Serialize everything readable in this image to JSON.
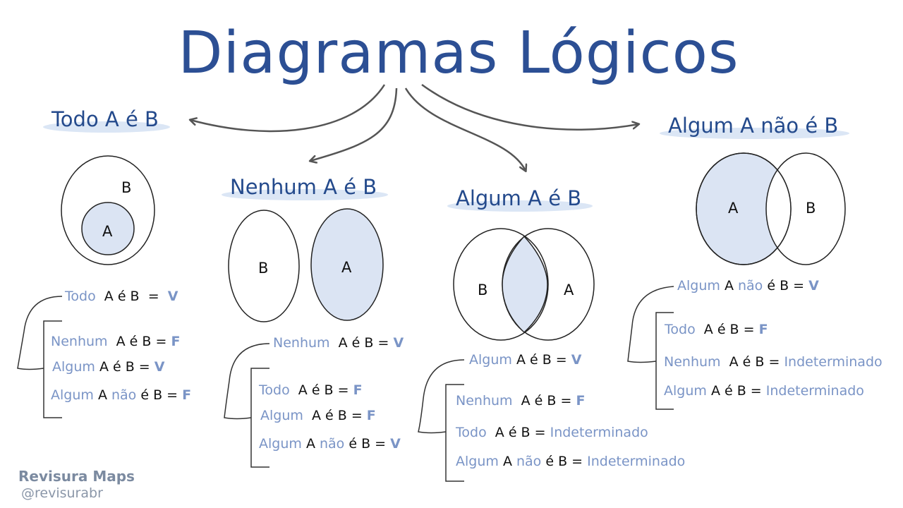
{
  "title": "Diagramas Lógicos",
  "colors": {
    "title": "#2c4f94",
    "quantifier": "#7a94c6",
    "fill": "#dbe4f3",
    "stroke": "#222222",
    "arrow": "#555555"
  },
  "panels": [
    {
      "heading": "Todo A é B",
      "labels": {
        "outer": "B",
        "inner": "A"
      },
      "premise": [
        "Todo",
        "A é B",
        "=",
        "V"
      ],
      "results": [
        [
          "Nenhum",
          "A é B =",
          "F"
        ],
        [
          "Algum",
          "A é B =",
          "V"
        ],
        [
          "Algum",
          "A",
          "não",
          "é B =",
          "F"
        ]
      ]
    },
    {
      "heading": "Nenhum A é B",
      "labels": {
        "left": "B",
        "right": "A"
      },
      "premise": [
        "Nenhum",
        "A é B =",
        "V"
      ],
      "results": [
        [
          "Todo",
          "A é B =",
          "F"
        ],
        [
          "Algum",
          "A é B =",
          "F"
        ],
        [
          "Algum",
          "A",
          "não",
          "é B =",
          "V"
        ]
      ]
    },
    {
      "heading": "Algum A é B",
      "labels": {
        "left": "B",
        "right": "A"
      },
      "premise": [
        "Algum",
        "A é B =",
        "V"
      ],
      "results": [
        [
          "Nenhum",
          "A é B =",
          "F"
        ],
        [
          "Todo",
          "A é B =",
          "Indeterminado"
        ],
        [
          "Algum",
          "A",
          "não",
          "é B =",
          "Indeterminado"
        ]
      ]
    },
    {
      "heading": "Algum A não é B",
      "labels": {
        "left": "A",
        "right": "B"
      },
      "premise": [
        "Algum",
        "A",
        "não",
        "é B =",
        "V"
      ],
      "results": [
        [
          "Todo",
          "A é B =",
          "F"
        ],
        [
          "Nenhum",
          "A é B =",
          "Indeterminado"
        ],
        [
          "Algum",
          "A é B =",
          "Indeterminado"
        ]
      ]
    }
  ],
  "footer": {
    "brand": "Revisura Maps",
    "handle": "@revisurabr"
  }
}
